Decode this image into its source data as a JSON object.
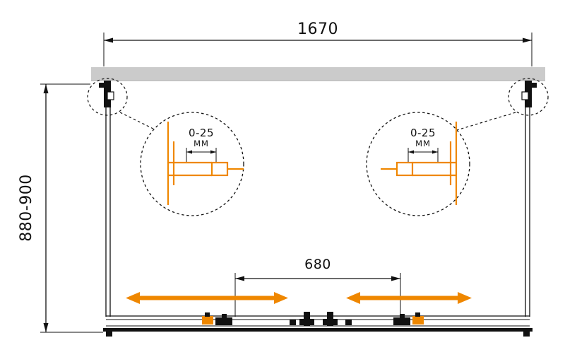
{
  "diagram": {
    "dimensions": {
      "overall_width": "1670",
      "overall_height": "880-900",
      "door_opening": "680"
    },
    "details": [
      {
        "range": "0-25",
        "unit": "MM"
      },
      {
        "range": "0-25",
        "unit": "MM"
      }
    ],
    "colors": {
      "accent_orange": "#EF8700",
      "line_black": "#111111",
      "wall_gray": "#CBCBCB",
      "background": "#FFFFFF"
    }
  }
}
